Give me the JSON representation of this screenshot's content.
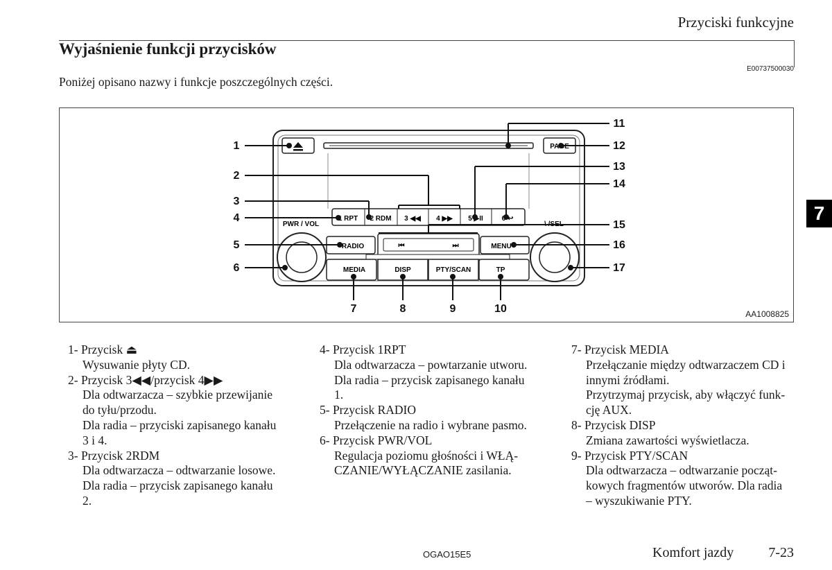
{
  "header": {
    "section": "Przyciski funkcyjne"
  },
  "title": "Wyjaśnienie funkcji przycisków",
  "doc_code": "E00737500030",
  "intro": "Poniżej opisano nazwy i funkcje poszczególnych części.",
  "figure": {
    "code": "AA1008825",
    "callouts": [
      "1",
      "2",
      "3",
      "4",
      "5",
      "6",
      "7",
      "8",
      "9",
      "10",
      "11",
      "12",
      "13",
      "14",
      "15",
      "16",
      "17"
    ],
    "buttons": {
      "b1rpt": "1 RPT",
      "b2rdm": "2 RDM",
      "b3": "3 ◀◀",
      "b4": "4 ▶▶",
      "b5": "5 ▶II",
      "b6": "6 ↩",
      "radio": "RADIO",
      "menu": "MENU",
      "media": "MEDIA",
      "disp": "DISP",
      "pty": "PTY/SCAN",
      "tp": "TP",
      "page": "PAGE",
      "pwr": "PWR / VOL",
      "sel": "\\ /SEL"
    }
  },
  "columns": [
    [
      {
        "t": "1- Przycisk ⏏",
        "s": [
          "Wysuwanie płyty CD."
        ]
      },
      {
        "t": "2- Przycisk 3◀◀/przycisk 4▶▶",
        "s": [
          "Dla odtwarzacza – szybkie przewijanie",
          "do tyłu/przodu.",
          "Dla radia – przyciski zapisanego kanału",
          "3 i 4."
        ]
      },
      {
        "t": "3- Przycisk 2RDM",
        "s": [
          "Dla odtwarzacza – odtwarzanie losowe.",
          "Dla radia – przycisk zapisanego kanału",
          "2."
        ]
      }
    ],
    [
      {
        "t": "4- Przycisk 1RPT",
        "s": [
          "Dla odtwarzacza – powtarzanie utworu.",
          "Dla radia – przycisk zapisanego kanału",
          "1."
        ]
      },
      {
        "t": "5- Przycisk RADIO",
        "s": [
          "Przełączenie na radio i wybrane pasmo."
        ]
      },
      {
        "t": "6- Przycisk PWR/VOL",
        "s": [
          "Regulacja poziomu głośności i WŁĄ-",
          "CZANIE/WYŁĄCZANIE zasilania."
        ]
      }
    ],
    [
      {
        "t": "7- Przycisk MEDIA",
        "s": [
          "Przełączanie między odtwarzaczem CD i",
          "innymi źródłami.",
          "Przytrzymaj przycisk, aby włączyć funk-",
          "cję AUX."
        ]
      },
      {
        "t": "8- Przycisk DISP",
        "s": [
          "Zmiana zawartości wyświetlacza."
        ]
      },
      {
        "t": "9- Przycisk PTY/SCAN",
        "s": [
          "Dla odtwarzacza – odtwarzanie począt-",
          "kowych fragmentów utworów. Dla radia",
          "– wyszukiwanie PTY."
        ]
      }
    ]
  ],
  "tab": "7",
  "footer": {
    "center": "OGAO15E5",
    "left": "Komfort jazdy",
    "page": "7-23"
  }
}
